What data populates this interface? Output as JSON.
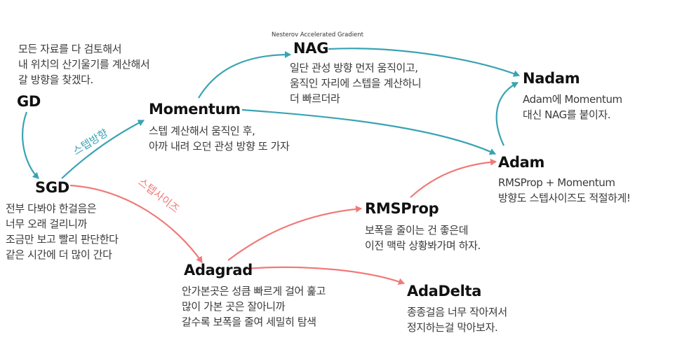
{
  "colors": {
    "teal": "#3aa3b3",
    "coral": "#f07a78",
    "text": "#3a3a3a",
    "node": "#111111"
  },
  "nodes": {
    "gd": {
      "label": "GD",
      "desc": [
        "모든 자료를 다 검토해서",
        "내 위치의 산기울기를 계산해서",
        "갈 방향을 찾겠다."
      ]
    },
    "sgd": {
      "label": "SGD",
      "desc": [
        "전부 다봐야 한걸음은",
        "너무 오래 걸리니까",
        "조금만 보고 빨리 판단한다",
        "같은 시간에 더 많이 간다"
      ]
    },
    "momentum": {
      "label": "Momentum",
      "desc": [
        "스텝 계산해서 움직인 후,",
        "아까 내려 오던 관성 방향 또 가자"
      ]
    },
    "nag": {
      "label": "NAG",
      "sublabel": "Nesterov Accelerated Gradient",
      "desc": [
        "일단 관성 방향 먼저 움직이고,",
        "움직인 자리에 스텝을 계산하니",
        "더 빠르더라"
      ]
    },
    "nadam": {
      "label": "Nadam",
      "desc": [
        "Adam에 Momentum",
        "대신 NAG를 붙이자."
      ]
    },
    "adam": {
      "label": "Adam",
      "desc": [
        "RMSProp + Momentum",
        "방향도 스텝사이즈도 적절하게!"
      ]
    },
    "rmsprop": {
      "label": "RMSProp",
      "desc": [
        "보폭을 줄이는 건 좋은데",
        "이전 맥락 상황봐가며 하자."
      ]
    },
    "adagrad": {
      "label": "Adagrad",
      "desc": [
        "안가본곳은 성큼 빠르게 걸어 훑고",
        "많이 가본 곳은 잘아니까",
        "갈수록 보폭을 줄여 세밀히 탐색"
      ]
    },
    "adadelta": {
      "label": "AdaDelta",
      "desc": [
        "종종걸음 너무 작아져서",
        "정지하는걸 막아보자."
      ]
    }
  },
  "edge_labels": {
    "step_direction": "스텝방향",
    "step_size": "스텝사이즈"
  },
  "edges": [
    {
      "from": "GD",
      "to": "SGD",
      "color": "teal"
    },
    {
      "from": "SGD",
      "to": "Momentum",
      "color": "teal"
    },
    {
      "from": "Momentum",
      "to": "NAG",
      "color": "teal"
    },
    {
      "from": "NAG",
      "to": "Nadam",
      "color": "teal"
    },
    {
      "from": "Momentum",
      "to": "Adam",
      "color": "teal"
    },
    {
      "from": "Adam",
      "to": "Nadam",
      "color": "teal"
    },
    {
      "from": "SGD",
      "to": "Adagrad",
      "color": "coral"
    },
    {
      "from": "Adagrad",
      "to": "RMSProp",
      "color": "coral"
    },
    {
      "from": "RMSProp",
      "to": "Adam",
      "color": "coral"
    },
    {
      "from": "Adagrad",
      "to": "AdaDelta",
      "color": "coral"
    }
  ]
}
